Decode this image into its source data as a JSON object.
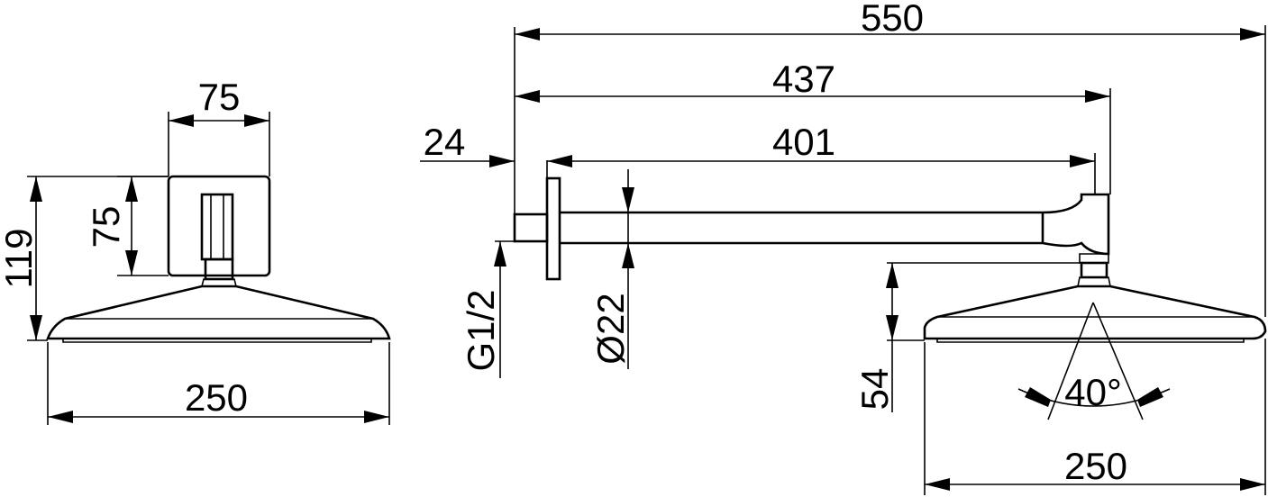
{
  "diagram": {
    "front_view": {
      "connector_width": "75",
      "connector_height": "75",
      "total_height": "119",
      "head_width": "250"
    },
    "side_view": {
      "overall_length": "550",
      "length_to_mount": "437",
      "arm_length": "401",
      "flange_offset": "24",
      "thread": "G1/2",
      "arm_diameter": "Ø22",
      "head_height": "54",
      "spray_angle": "40°",
      "head_width": "250"
    }
  }
}
